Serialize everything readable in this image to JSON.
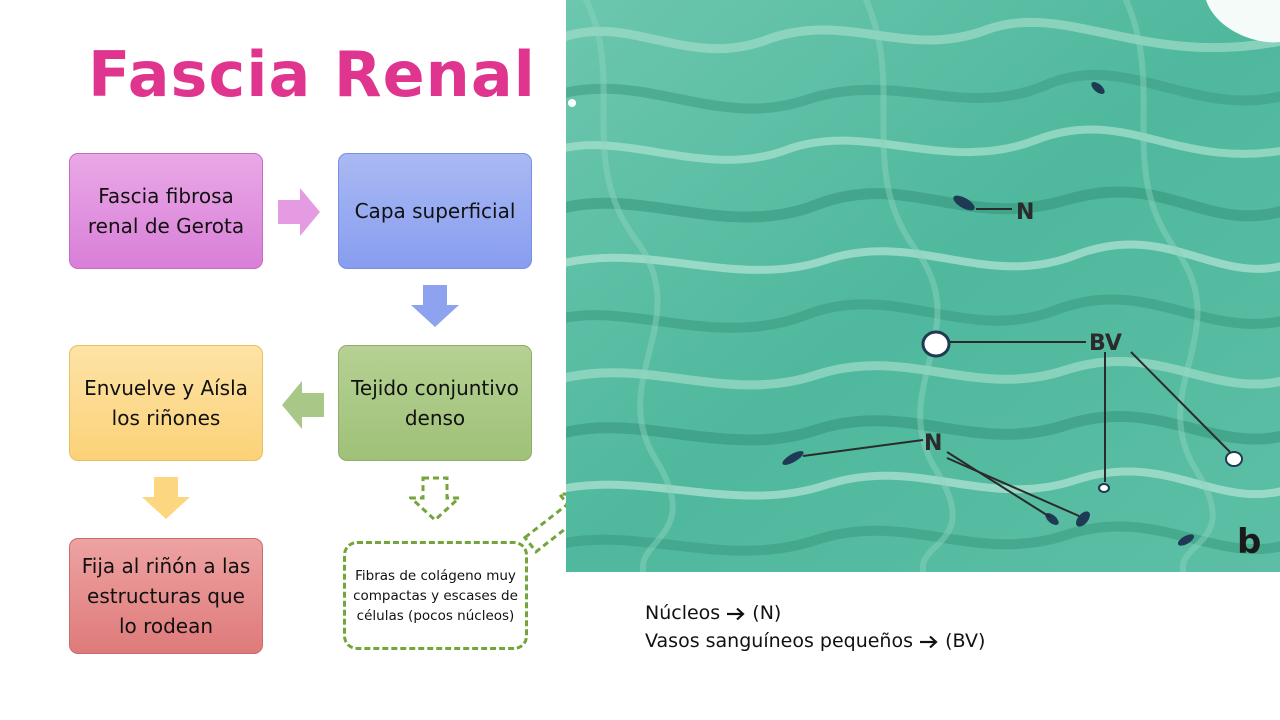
{
  "slide": {
    "title": "Fascia Renal"
  },
  "boxes": {
    "fascia": "Fascia fibrosa renal de Gerota",
    "capa": "Capa superficial",
    "tejido": "Tejido conjuntivo denso",
    "envuelve": "Envuelve y Aísla los riñones",
    "fija": "Fija al riñón a las estructuras que lo rodean",
    "fibras_note": "Fibras de colágeno muy compactas y escases de células (pocos núcleos)"
  },
  "micrograph": {
    "label_n_top": "N",
    "label_bv": "BV",
    "label_n_bottom": "N",
    "panel_letter": "b"
  },
  "legend": {
    "nucleos_text": "Núcleos",
    "nucleos_abbr": "(N)",
    "vasos_text": "Vasos sanguíneos pequeños",
    "vasos_abbr": "(BV)"
  },
  "colors": {
    "title": "#e0358f",
    "box_fascia": "#d97fd8",
    "box_capa": "#889df0",
    "box_tejido": "#9fc178",
    "box_envuelve": "#fcd278",
    "box_fija": "#df7a7a",
    "note_border": "#73a53b",
    "tissue": "#4fb89d"
  }
}
